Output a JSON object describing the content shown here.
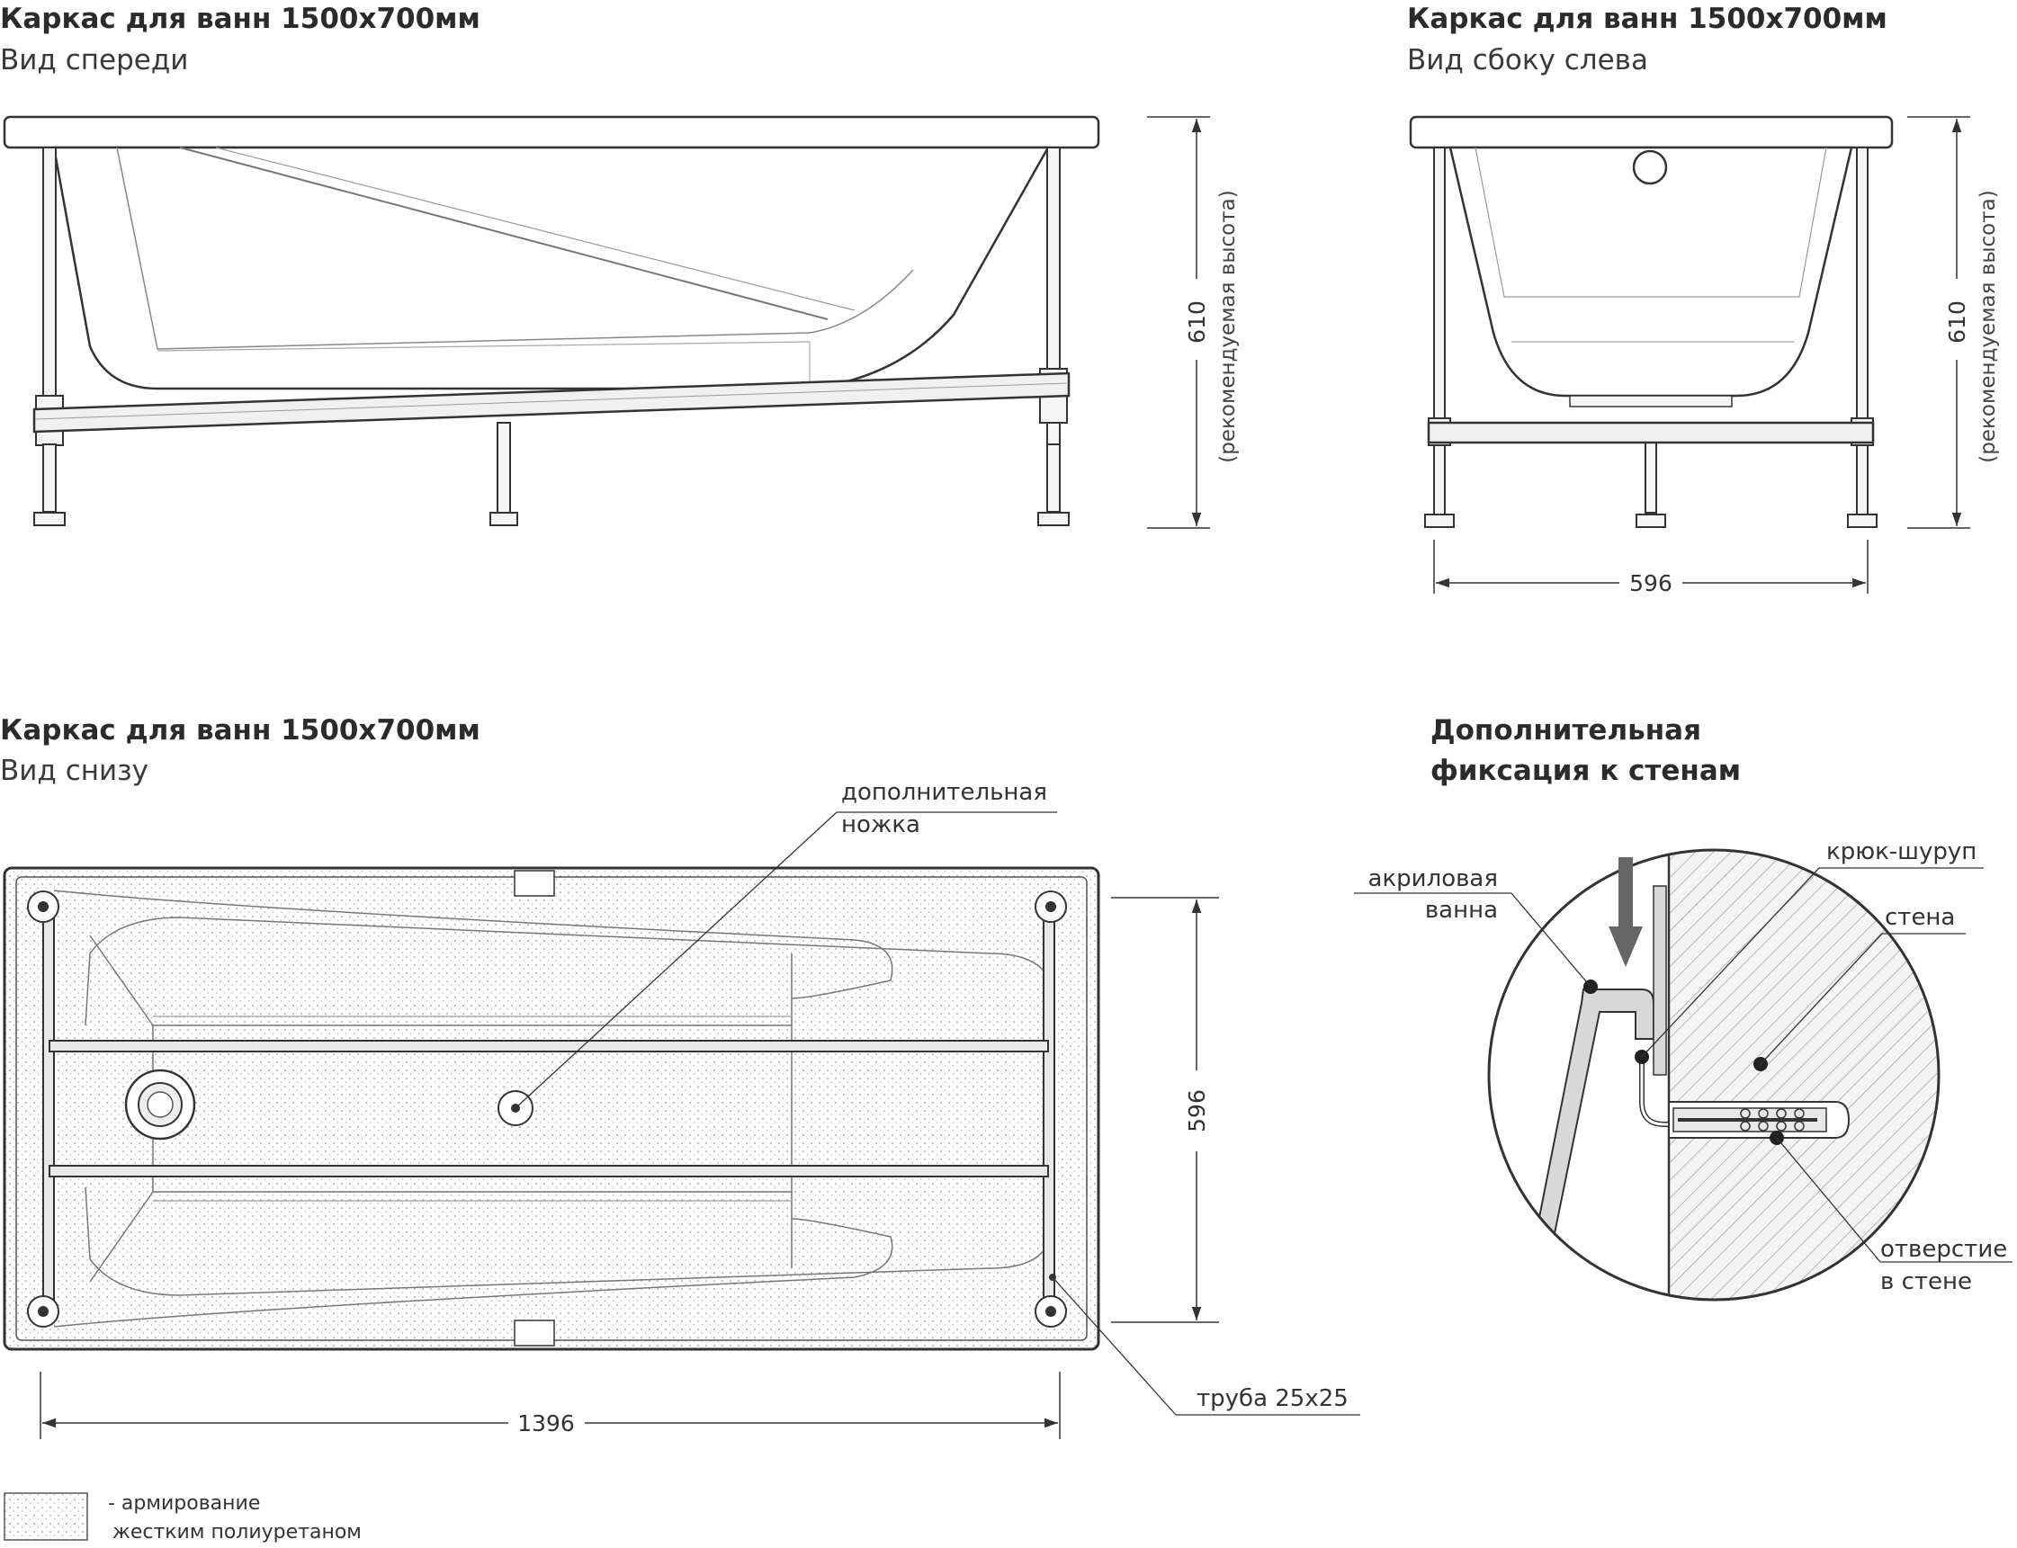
{
  "front_view": {
    "title": "Каркас для ванн 1500x700мм",
    "subtitle": "Вид спереди",
    "dimension_height": "610",
    "dimension_height_note": "(рекомендуемая высота)"
  },
  "side_view": {
    "title": "Каркас для ванн 1500x700мм",
    "subtitle": "Вид сбоку слева",
    "dimension_height": "610",
    "dimension_height_note": "(рекомендуемая высота)",
    "dimension_width": "596"
  },
  "bottom_view": {
    "title": "Каркас для ванн 1500x700мм",
    "subtitle": "Вид снизу",
    "extra_leg_label_line1": "дополнительная",
    "extra_leg_label_line2": "ножка",
    "pipe_label": "труба 25х25",
    "dimension_length": "1396",
    "dimension_width": "596"
  },
  "wall_fix": {
    "title_line1": "Дополнительная",
    "title_line2": "фиксация к стенам",
    "acrylic_label_line1": "акриловая",
    "acrylic_label_line2": "ванна",
    "hook_label": "крюк-шуруп",
    "wall_label": "стена",
    "hole_label_line1": "отверстие",
    "hole_label_line2": "в стене"
  },
  "legend": {
    "line1": "- армирование",
    "line2": "жестким полиуретаном"
  }
}
